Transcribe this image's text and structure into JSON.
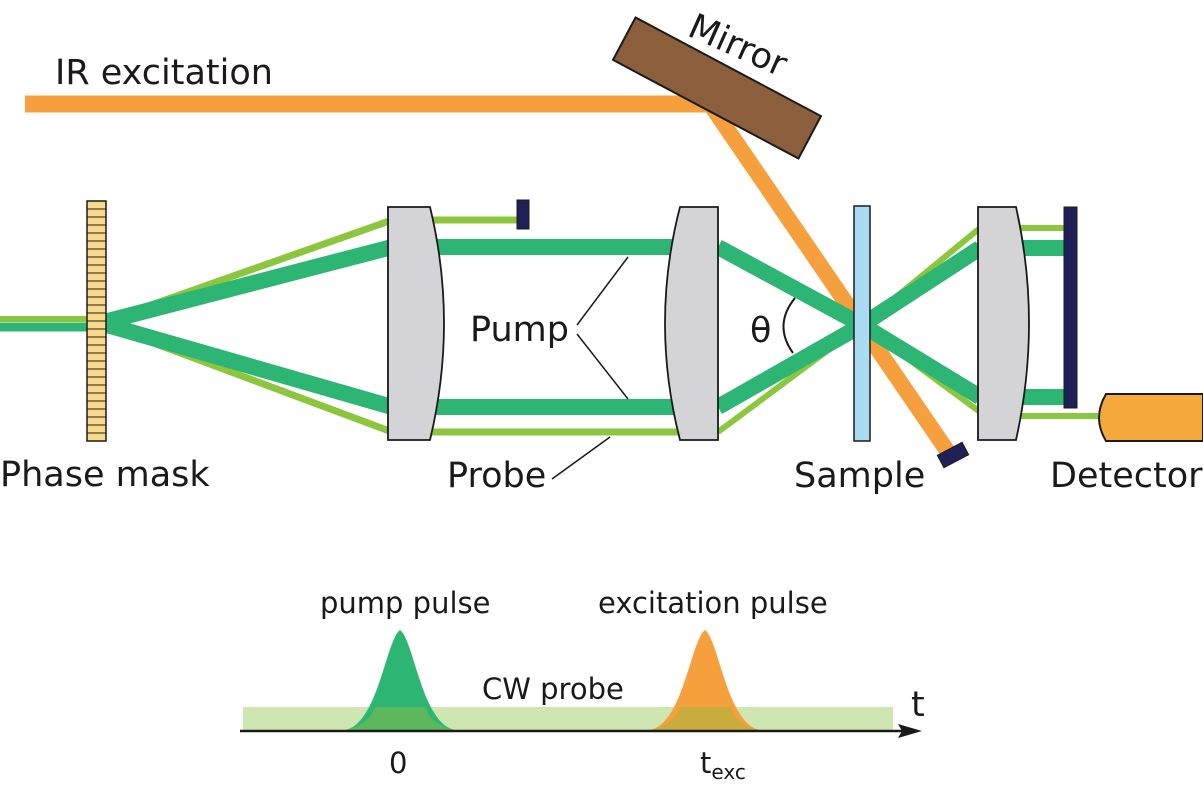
{
  "labels": {
    "ir_excitation": "IR excitation",
    "mirror": "Mirror",
    "phase_mask": "Phase mask",
    "pump": "Pump",
    "probe": "Probe",
    "theta": "θ",
    "sample": "Sample",
    "detector": "Detector"
  },
  "timeline": {
    "pump_pulse": "pump pulse",
    "excitation_pulse": "excitation pulse",
    "cw_probe": "CW probe",
    "axis_label": "t",
    "tick_zero": "0",
    "tick_exc_main": "t",
    "tick_exc_sub": "exc"
  },
  "colors": {
    "ir_beam": "#f5a03c",
    "pump_beam": "#2db673",
    "probe_beam": "#8cc63f",
    "mirror": "#8b5e3c",
    "phase_mask": "#f9d98a",
    "lens": "#d4d4d6",
    "sample": "#a9dcf2",
    "beam_block": "#1e2057",
    "detector": "#f6a93b",
    "cw_band": "#cfe6b0"
  }
}
